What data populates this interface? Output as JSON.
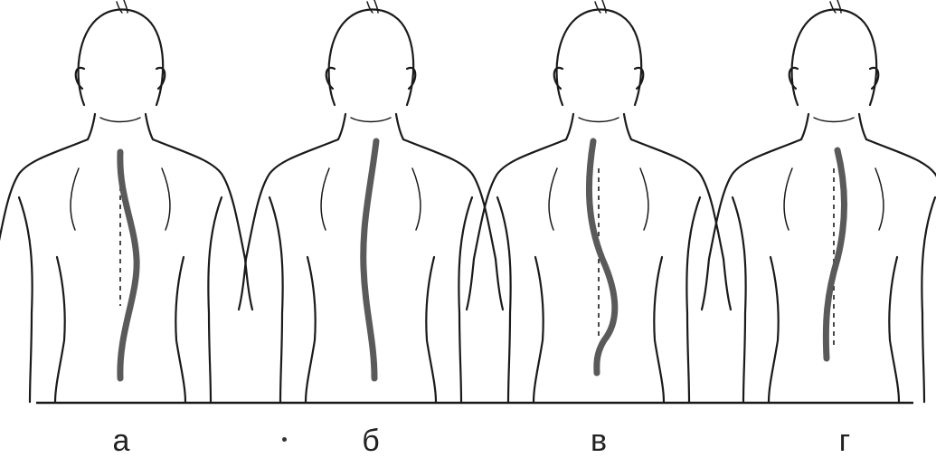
{
  "figures": [
    {
      "label": "а",
      "stroke_color": "#5a5a5a"
    },
    {
      "label": "б",
      "stroke_color": "#5a5a5a"
    },
    {
      "label": "в",
      "stroke_color": "#5a5a5a"
    },
    {
      "label": "г",
      "stroke_color": "#5a5a5a"
    }
  ],
  "colors": {
    "line": "#1a1a1a",
    "spine": "#5a5a5a",
    "background": "#ffffff"
  }
}
